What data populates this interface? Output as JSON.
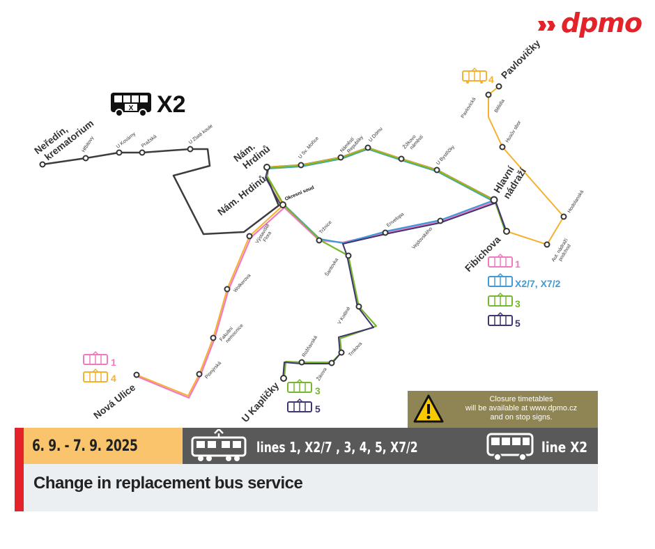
{
  "logo": {
    "text": "dpmo"
  },
  "bus_line_title": {
    "label": "X2",
    "bus_letter": "X"
  },
  "stops": {
    "nam_hrdinu_top": "Nám.\nHrdinů",
    "nam_hrdinu": "Nám. Hrdinů",
    "neredin": "Neředín,\nkrematorium",
    "hrbitovy": "Hřbitovy",
    "u_kovarny": "U Kovárny",
    "prazska": "Pražská",
    "u_zlate_koule": "U Zlaté koule",
    "u_sv_morice": "U Sv. Mořice",
    "namesti_republiky": "Náměstí\nRepubliky",
    "u_domu": "U Dómu",
    "zizkovo_namesti": "Žižkovo\nnáměstí",
    "u_bystricky": "U Bystřičky",
    "hlavni_nadrazi": "Hlavní\nnádraží",
    "okresni_soud": "Okresní soud",
    "vystaviste_flora": "Výstaviště\nFlora",
    "trznice": "Tržnice",
    "envelopa": "Envelopa",
    "wolkerova": "Wolkerova",
    "santovka": "Šantovka",
    "fakultni_nemocnice": "Fakultní\nnemocnice",
    "pionyrska": "Pionýrská",
    "nova_ulice": "Nová Ulice",
    "v_kotline": "V Kotlině",
    "rozhavska": "Rožňavská",
    "zikova": "Žikova",
    "trnkova": "Trnkova",
    "u_kaplicky": "U Kapličky",
    "vejdovskeho": "Vejdovského",
    "fibichova": "Fibichova",
    "pavlovicky": "Pavlovičky",
    "pavlovicka": "Pavlovická",
    "belidla": "Bělidla",
    "husuv_sbor": "Husův sbor",
    "hodolanska": "Hodolanská",
    "aut_nadrazi": "Aut. nádraží\npodchod"
  },
  "route_labels": {
    "pavlovicky_line": "4",
    "fibichova": [
      "1",
      "X2/7, X7/2",
      "3",
      "5"
    ],
    "nova_ulice": [
      "1",
      "4"
    ],
    "u_kaplicky": [
      "3",
      "5"
    ]
  },
  "line_colors": {
    "line_1": "#f07ac0",
    "line_x27": "#3f9ad8",
    "line_3": "#75b82b",
    "line_4": "#f5b02e",
    "line_5": "#40356e",
    "bus_x2": "#3c3c3c"
  },
  "notice": {
    "icon": "warning-icon",
    "text": "Closure timetables\nwill be available at www.dpmo.cz\nand on stop signs."
  },
  "banner": {
    "date": "6. 9. - 7. 9. 2025",
    "tram_icon": "tram-icon",
    "lines_text": "lines 1, X2/7 , 3, 4, 5, X7/2",
    "bus_icon": "bus-icon",
    "bus_line_text": "line X2",
    "headline": "Change in replacement bus service",
    "accent_color": "#e42229",
    "date_bg": "#f9c46b",
    "dark_bg": "#595959"
  }
}
